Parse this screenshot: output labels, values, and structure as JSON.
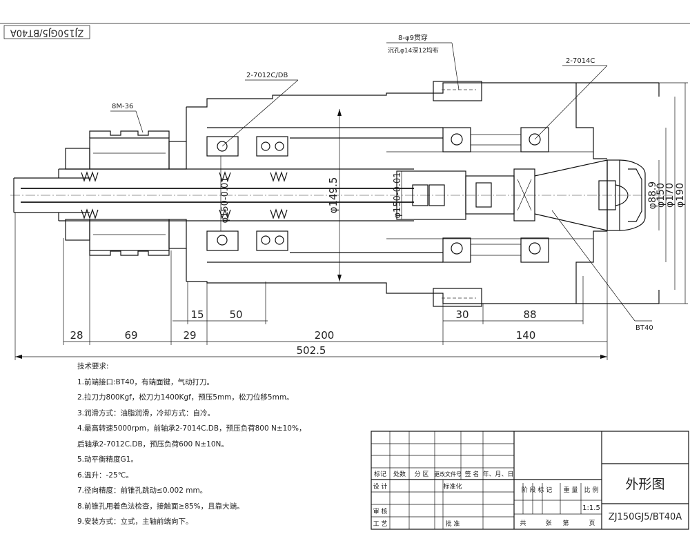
{
  "stamp": "ZJ150GJ5/BT40A",
  "labels": {
    "bolt_holes": "8-φ9贯穿",
    "bolt_counterbore": "沉孔φ14深12均布",
    "front_bearing": "2-7014C",
    "rear_bearing": "2-7012C/DB",
    "nut": "8M-36",
    "tool_interface": "BT40"
  },
  "diameters": {
    "d150_left": "φ150-0.01",
    "d149_5": "φ149.5",
    "d150_mid": "φ150-0.01",
    "d88_9": "φ88.9",
    "d150_right": "φ150",
    "d170": "φ170",
    "d190": "φ190"
  },
  "dimensions": {
    "d28": "28",
    "d69": "69",
    "d29": "29",
    "d15": "15",
    "d50": "50",
    "d200": "200",
    "d30": "30",
    "d88": "88",
    "d140": "140",
    "d502_5": "502.5"
  },
  "notes": [
    "技术要求:",
    "1.前端接口:BT40，有端面键，气动打刀。",
    "2.拉刀力800Kgf，松刀力1400Kgf，预压5mm，松刀位移5mm。",
    "3.润滑方式：油脂润滑，冷却方式：自冷。",
    "4.最高转速5000rpm，前轴承2-7014C.DB，预压负荷800 N±10%，",
    "后轴承2-7012C.DB，预压负荷600 N±10N。",
    "5.动平衡精度G1。",
    "6.温升：-25℃。",
    "7.径向精度：前锥孔跳动≤0.002 mm。",
    "8.前锥孔用着色法检查，接触面≥85%，且靠大端。",
    "9.安装方式：立式，主轴前端向下。"
  ],
  "title_block": {
    "col_labels": [
      "标记",
      "处数",
      "分 区",
      "更改文件号",
      "签 名",
      "年、月、日"
    ],
    "design": "设 计",
    "standardize": "标准化",
    "stage_mark": "阶 段 标 记",
    "weight": "重 量",
    "scale_label": "比 例",
    "scale": "1:1.5",
    "review": "审 核",
    "process": "工 艺",
    "approve": "批 准",
    "total": "共",
    "sheets": "张",
    "sheet_no": "第",
    "page": "页",
    "drawing_name": "外形图",
    "drawing_no": "ZJ150GJ5/BT40A"
  }
}
